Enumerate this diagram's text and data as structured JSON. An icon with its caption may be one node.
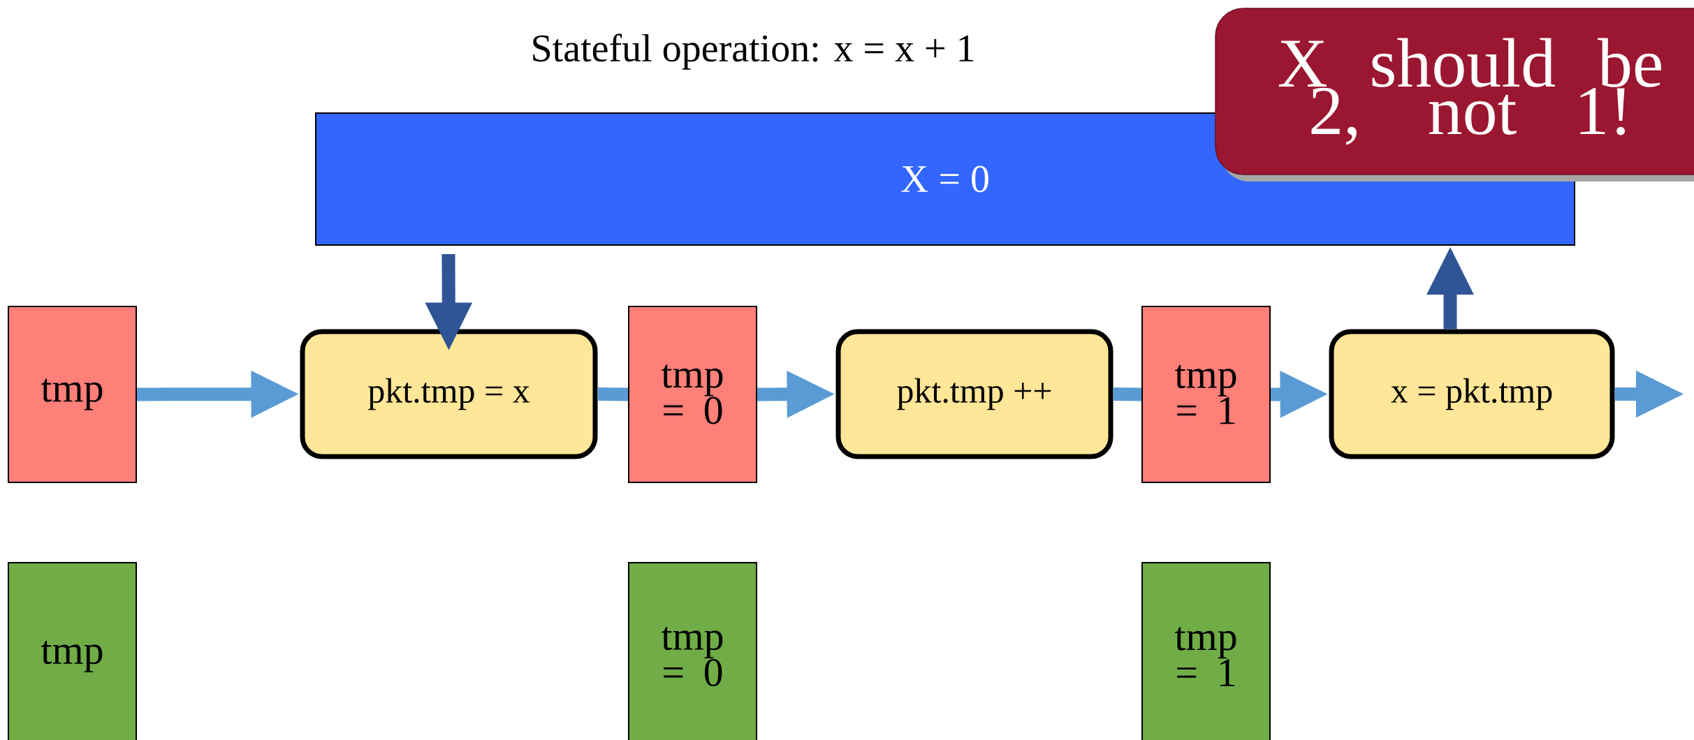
{
  "diagram": {
    "nodes": [
      {
        "text": [
          "X = 0"
        ]
      },
      {
        "text": [
          "X should be 2, not 1!"
        ]
      },
      {
        "text": [
          "tmp"
        ]
      },
      {
        "text": [
          "pkt.tmp = x"
        ]
      },
      {
        "text": [
          "tmp = 0"
        ]
      },
      {
        "text": [
          "pkt.tmp ++"
        ]
      },
      {
        "text": [
          "tmp = 1"
        ]
      },
      {
        "text": [
          "x = pkt.tmp"
        ]
      },
      {
        "text": [
          "tmp"
        ]
      },
      {
        "text": [
          "tmp = 0"
        ]
      },
      {
        "text": [
          "tmp = 1"
        ]
      }
    ],
    "edges": [
      {
        "from": 2,
        "to": 3,
        "arrow": "to"
      },
      {
        "from": 3,
        "to": 4,
        "arrow": "none"
      },
      {
        "from": 4,
        "to": 5,
        "arrow": "to"
      },
      {
        "from": 5,
        "to": 6,
        "arrow": "none"
      },
      {
        "from": 6,
        "to": 7,
        "arrow": "to"
      },
      {
        "from": 7,
        "to": null,
        "arrow": "to"
      },
      {
        "from": 0,
        "to": 3,
        "arrow": "to",
        "color": "#2f5597"
      },
      {
        "from": 7,
        "to": 0,
        "arrow": "to",
        "color": "#2f5597"
      }
    ],
    "labels": [
      "Stateful operation: x = x + 1"
    ]
  }
}
